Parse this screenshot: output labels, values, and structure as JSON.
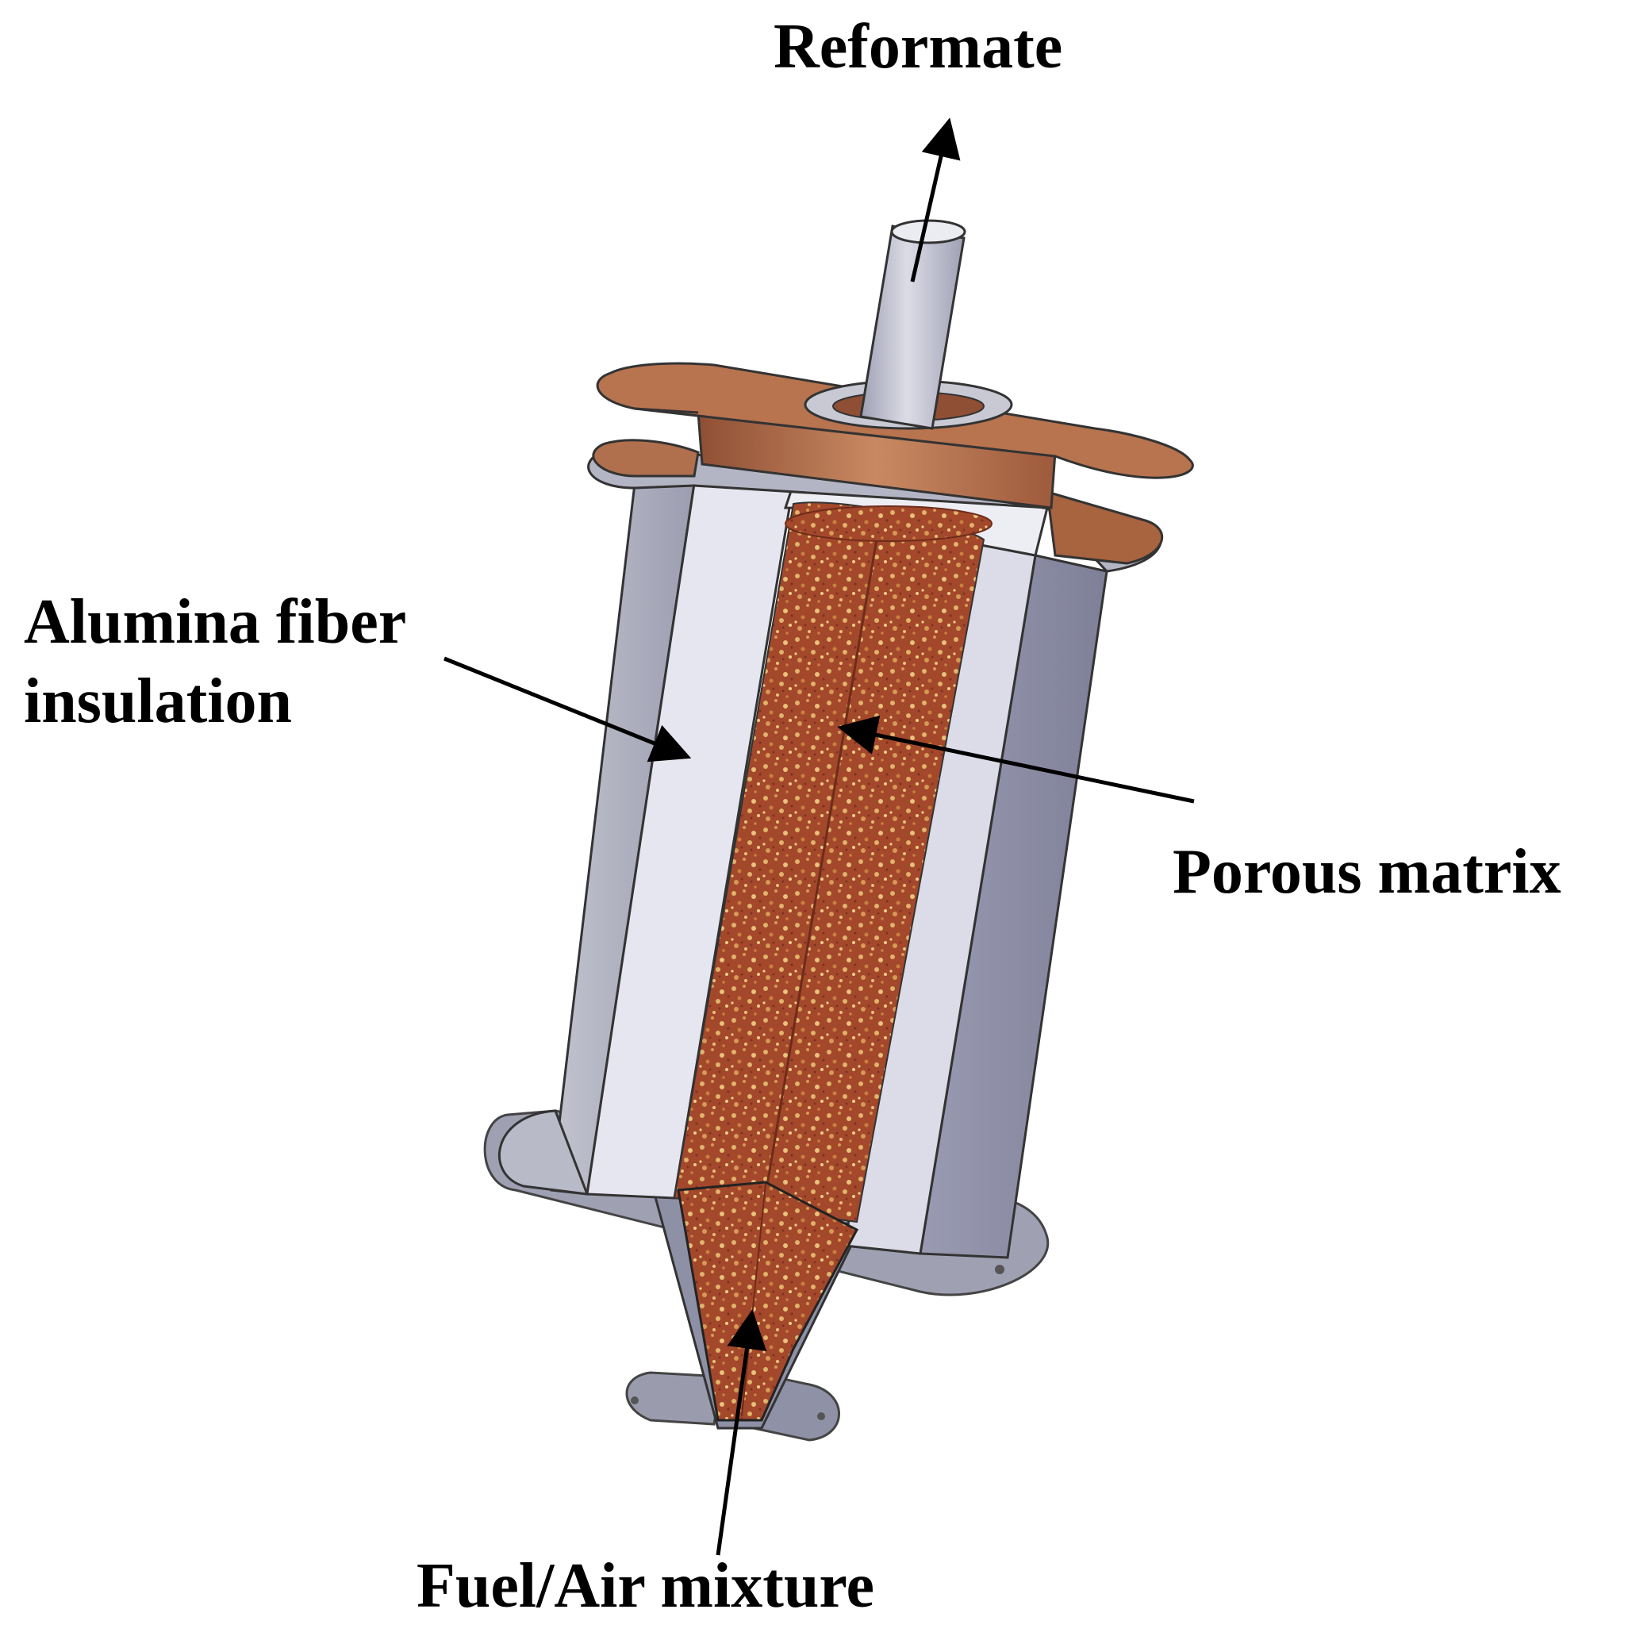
{
  "labels": {
    "reformate": "Reformate",
    "alumina_line1": "Alumina fiber",
    "alumina_line2": "insulation",
    "porous": "Porous matrix",
    "fuel_air": "Fuel/Air mixture"
  },
  "colors": {
    "copper": "#b06a48",
    "copper_light": "#d9a27f",
    "steel": "#a9abb8",
    "steel_dark": "#8f90a3",
    "insulation": "#e6e6f0",
    "porous_base": "#a4482c",
    "porous_speck": "#e0b46a",
    "arrow": "#000000"
  }
}
